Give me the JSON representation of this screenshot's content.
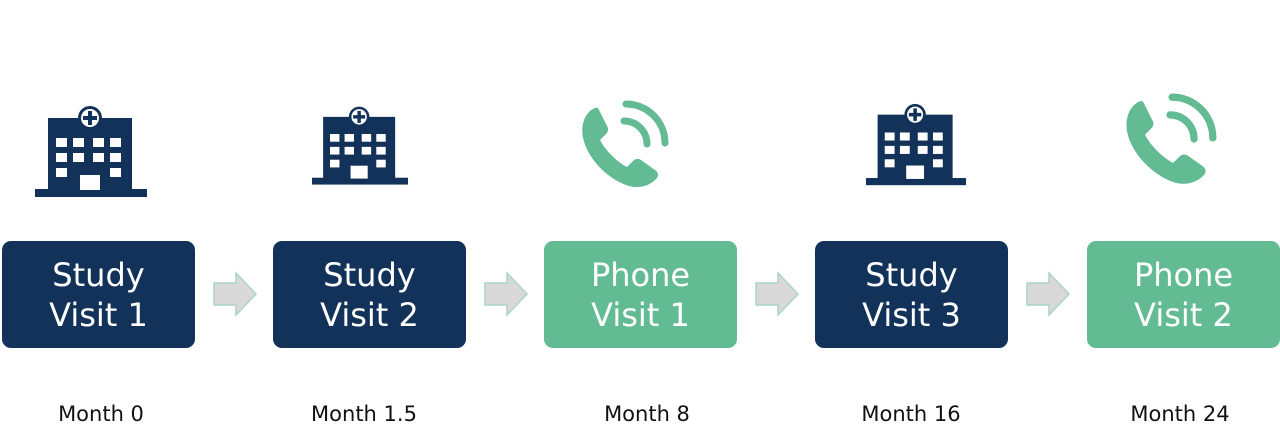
{
  "colors": {
    "study": "#12325a",
    "phone": "#62bb93",
    "arrow_fill": "#d9d9d9",
    "arrow_stroke": "#a9d6c0"
  },
  "steps": [
    {
      "kind": "study",
      "icon": "hospital-icon",
      "line1": "Study",
      "line2": "Visit 1",
      "month": "Month 0"
    },
    {
      "kind": "study",
      "icon": "hospital-icon",
      "line1": "Study",
      "line2": "Visit 2",
      "month": "Month 1.5"
    },
    {
      "kind": "phone",
      "icon": "phone-icon",
      "line1": "Phone",
      "line2": "Visit 1",
      "month": "Month 8"
    },
    {
      "kind": "study",
      "icon": "hospital-icon",
      "line1": "Study",
      "line2": "Visit 3",
      "month": "Month 16"
    },
    {
      "kind": "phone",
      "icon": "phone-icon",
      "line1": "Phone",
      "line2": "Visit 2",
      "month": "Month 24"
    }
  ]
}
